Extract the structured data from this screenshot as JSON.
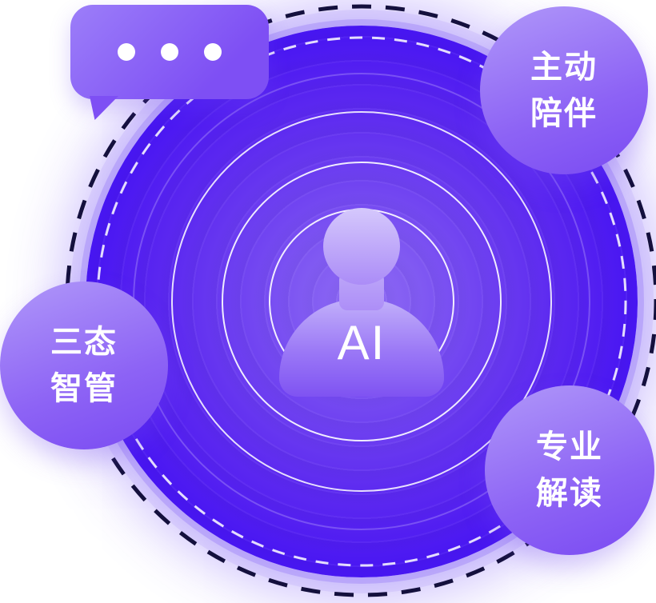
{
  "illustration": {
    "center_label": "AI",
    "bubble": {
      "icon": "typing-dots-icon",
      "dot_count": 3
    },
    "badges": [
      {
        "position": "top-right",
        "line1": "主动",
        "line2": "陪伴"
      },
      {
        "position": "left",
        "line1": "三态",
        "line2": "智管"
      },
      {
        "position": "bottom-right",
        "line1": "专业",
        "line2": "解读"
      }
    ],
    "colors": {
      "bubble_purple": "#8a5ef6",
      "badge_purple_light": "#ae93f8",
      "badge_purple_dark": "#7a4cf2",
      "core_blue": "#3f10f3",
      "core_purple": "#6a3bf0",
      "silhouette_lavender": "#c2b0fa",
      "dashed_ring_dark": "#14103d",
      "ring_white": "#ffffff"
    }
  }
}
